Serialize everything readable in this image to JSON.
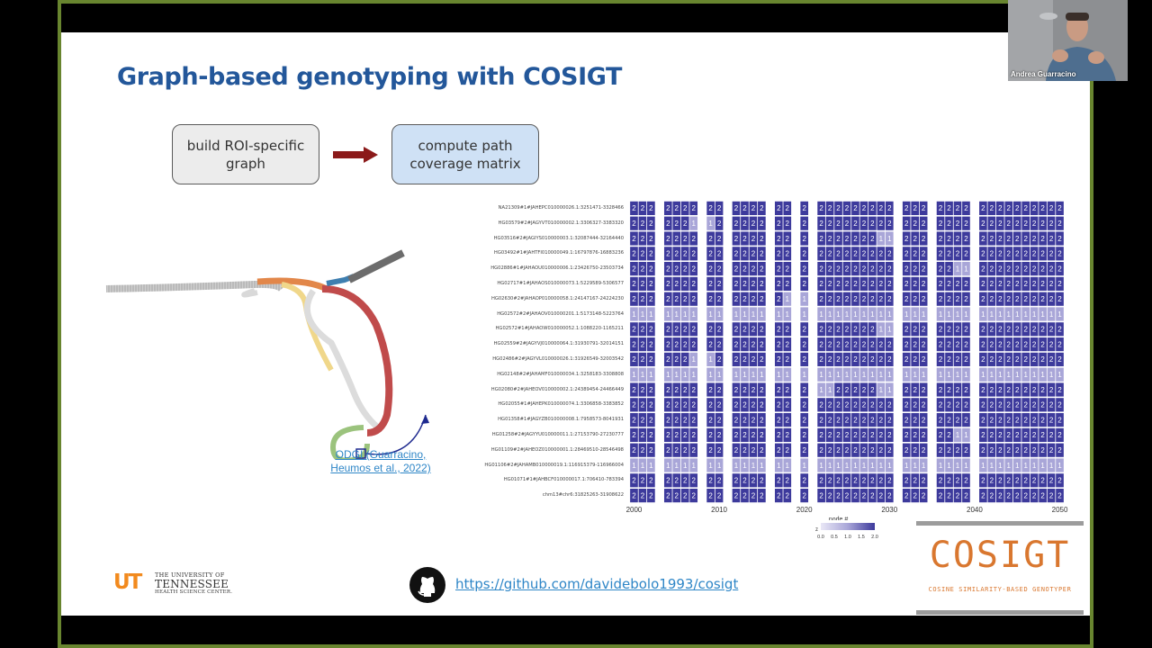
{
  "slide": {
    "title": "Graph-based genotyping with COSIGT",
    "pipeline": {
      "step1": "build ROI-specific\ngraph",
      "step2": "compute path\ncoverage matrix"
    },
    "odgi_link": "ODGI (Guarracino,\nHeumos et al., 2022)",
    "github_link": "https://github.com/davidebolo1993/cosigt",
    "logo": {
      "ut_mark": "UT",
      "line1": "THE UNIVERSITY OF",
      "line2": "TENNESSEE",
      "line3": "HEALTH SCIENCE CENTER."
    },
    "cosigt_logo": {
      "big": "COSIGT",
      "small": "COSINE SIMILARITY-BASED GENOTYPER"
    }
  },
  "video": {
    "speaker_name": "Andrea Guarracino"
  },
  "colors": {
    "title": "#23579a",
    "link": "#2e86c7",
    "heat_high": "#3d3a9c",
    "heat_mid": "#a9a6d8",
    "heat_low": "#e9e7f6",
    "cosigt": "#d9772f",
    "frame": "#68852f"
  },
  "chart_data": {
    "type": "heatmap",
    "xlabel": "node #",
    "x_ticks": [
      2000,
      2010,
      2020,
      2030,
      2040,
      2050
    ],
    "xlim": [
      1999,
      2051
    ],
    "legend": {
      "title": "z",
      "ticks": [
        "0.0",
        "0.5",
        "1.0",
        "1.5",
        "2.0"
      ]
    },
    "rows": [
      "NA21309#1#JAHEPC010000026.1:3251471-3328466",
      "HG03579#2#JAGYVT010000002.1:3306327-3383320",
      "HG03516#2#JAGIYS010000003.1:32087444-32164440",
      "HG03492#1#JAHTFI010000049.1:16797876-16883236",
      "HG02886#1#JAHAOU010000006.1:23426750-23503734",
      "HG02717#1#JAHAOS010000073.1:5229589-5306577",
      "HG02630#2#JAHAOP010000058.1:24147167-24224230",
      "HG02572#2#JAHAOV010000201.1:5173148-5223764",
      "HG02572#1#JAHAOW010000052.1:1088220-1165211",
      "HG02559#2#JAGYVJ010000064.1:31930791-32014151",
      "HG02486#2#JAGYVL010000026.1:31926549-32003542",
      "HG02148#2#JAHAMF010000034.1:3258183-3308808",
      "HG02080#2#JAHEOV010000002.1:24389454-24466449",
      "HG02055#1#JAHEPK010000074.1:3306858-3383852",
      "HG01358#1#JAGYZB010000008.1:7958573-8041931",
      "HG01258#2#JAGYYU010000011.1:27153790-27230777",
      "HG01109#2#JAHEOZ010000001.1:28469510-28546498",
      "HG01106#2#JAHAMB010000019.1:116915379-116966004",
      "HG01071#1#JAHBCF010000017.1:706410-783394",
      "chm13#chr6:31825263-31908622"
    ],
    "columns": [
      2000,
      2001,
      2002,
      2004,
      2005,
      2006,
      2007,
      2009,
      2010,
      2012,
      2013,
      2014,
      2015,
      2017,
      2018,
      2020,
      2022,
      2023,
      2024,
      2025,
      2026,
      2027,
      2028,
      2029,
      2030,
      2032,
      2033,
      2034,
      2036,
      2037,
      2038,
      2039,
      2041,
      2042,
      2043,
      2044,
      2045,
      2046,
      2047,
      2048,
      2049,
      2050
    ],
    "values": [
      [
        2,
        2,
        2,
        2,
        2,
        2,
        2,
        2,
        2,
        2,
        2,
        2,
        2,
        2,
        2,
        2,
        2,
        2,
        2,
        2,
        2,
        2,
        2,
        2,
        2,
        2,
        2,
        2,
        2,
        2,
        2,
        2,
        2,
        2,
        2,
        2,
        2,
        2,
        2,
        2,
        2,
        2
      ],
      [
        2,
        2,
        2,
        2,
        2,
        2,
        1,
        1,
        2,
        2,
        2,
        2,
        2,
        2,
        2,
        2,
        2,
        2,
        2,
        2,
        2,
        2,
        2,
        2,
        2,
        2,
        2,
        2,
        2,
        2,
        2,
        2,
        2,
        2,
        2,
        2,
        2,
        2,
        2,
        2,
        2,
        2
      ],
      [
        2,
        2,
        2,
        2,
        2,
        2,
        2,
        2,
        2,
        2,
        2,
        2,
        2,
        2,
        2,
        2,
        2,
        2,
        2,
        2,
        2,
        2,
        2,
        1,
        1,
        2,
        2,
        2,
        2,
        2,
        2,
        2,
        2,
        2,
        2,
        2,
        2,
        2,
        2,
        2,
        2,
        2
      ],
      [
        2,
        2,
        2,
        2,
        2,
        2,
        2,
        2,
        2,
        2,
        2,
        2,
        2,
        2,
        2,
        2,
        2,
        2,
        2,
        2,
        2,
        2,
        2,
        2,
        2,
        2,
        2,
        2,
        2,
        2,
        2,
        2,
        2,
        2,
        2,
        2,
        2,
        2,
        2,
        2,
        2,
        2
      ],
      [
        2,
        2,
        2,
        2,
        2,
        2,
        2,
        2,
        2,
        2,
        2,
        2,
        2,
        2,
        2,
        2,
        2,
        2,
        2,
        2,
        2,
        2,
        2,
        2,
        2,
        2,
        2,
        2,
        2,
        2,
        1,
        1,
        2,
        2,
        2,
        2,
        2,
        2,
        2,
        2,
        2,
        2
      ],
      [
        2,
        2,
        2,
        2,
        2,
        2,
        2,
        2,
        2,
        2,
        2,
        2,
        2,
        2,
        2,
        2,
        2,
        2,
        2,
        2,
        2,
        2,
        2,
        2,
        2,
        2,
        2,
        2,
        2,
        2,
        2,
        2,
        2,
        2,
        2,
        2,
        2,
        2,
        2,
        2,
        2,
        2
      ],
      [
        2,
        2,
        2,
        2,
        2,
        2,
        2,
        2,
        2,
        2,
        2,
        2,
        2,
        2,
        1,
        1,
        2,
        2,
        2,
        2,
        2,
        2,
        2,
        2,
        2,
        2,
        2,
        2,
        2,
        2,
        2,
        2,
        2,
        2,
        2,
        2,
        2,
        2,
        2,
        2,
        2,
        2
      ],
      [
        1,
        1,
        1,
        1,
        1,
        1,
        1,
        1,
        1,
        1,
        1,
        1,
        1,
        1,
        1,
        1,
        1,
        1,
        1,
        1,
        1,
        1,
        1,
        1,
        1,
        1,
        1,
        1,
        1,
        1,
        1,
        1,
        1,
        1,
        1,
        1,
        1,
        1,
        1,
        1,
        1,
        1
      ],
      [
        2,
        2,
        2,
        2,
        2,
        2,
        2,
        2,
        2,
        2,
        2,
        2,
        2,
        2,
        2,
        2,
        2,
        2,
        2,
        2,
        2,
        2,
        2,
        1,
        1,
        2,
        2,
        2,
        2,
        2,
        2,
        2,
        2,
        2,
        2,
        2,
        2,
        2,
        2,
        2,
        2,
        2
      ],
      [
        2,
        2,
        2,
        2,
        2,
        2,
        2,
        2,
        2,
        2,
        2,
        2,
        2,
        2,
        2,
        2,
        2,
        2,
        2,
        2,
        2,
        2,
        2,
        2,
        2,
        2,
        2,
        2,
        2,
        2,
        2,
        2,
        2,
        2,
        2,
        2,
        2,
        2,
        2,
        2,
        2,
        2
      ],
      [
        2,
        2,
        2,
        2,
        2,
        2,
        1,
        1,
        2,
        2,
        2,
        2,
        2,
        2,
        2,
        2,
        2,
        2,
        2,
        2,
        2,
        2,
        2,
        2,
        2,
        2,
        2,
        2,
        2,
        2,
        2,
        2,
        2,
        2,
        2,
        2,
        2,
        2,
        2,
        2,
        2,
        2
      ],
      [
        1,
        1,
        1,
        1,
        1,
        1,
        1,
        1,
        1,
        1,
        1,
        1,
        1,
        1,
        1,
        1,
        1,
        1,
        1,
        1,
        1,
        1,
        1,
        1,
        1,
        1,
        1,
        1,
        1,
        1,
        1,
        1,
        1,
        1,
        1,
        1,
        1,
        1,
        1,
        1,
        1,
        1
      ],
      [
        2,
        2,
        2,
        2,
        2,
        2,
        2,
        2,
        2,
        2,
        2,
        2,
        2,
        2,
        2,
        2,
        1,
        1,
        2,
        2,
        2,
        2,
        2,
        1,
        1,
        2,
        2,
        2,
        2,
        2,
        2,
        2,
        2,
        2,
        2,
        2,
        2,
        2,
        2,
        2,
        2,
        2
      ],
      [
        2,
        2,
        2,
        2,
        2,
        2,
        2,
        2,
        2,
        2,
        2,
        2,
        2,
        2,
        2,
        2,
        2,
        2,
        2,
        2,
        2,
        2,
        2,
        2,
        2,
        2,
        2,
        2,
        2,
        2,
        2,
        2,
        2,
        2,
        2,
        2,
        2,
        2,
        2,
        2,
        2,
        2
      ],
      [
        2,
        2,
        2,
        2,
        2,
        2,
        2,
        2,
        2,
        2,
        2,
        2,
        2,
        2,
        2,
        2,
        2,
        2,
        2,
        2,
        2,
        2,
        2,
        2,
        2,
        2,
        2,
        2,
        2,
        2,
        2,
        2,
        2,
        2,
        2,
        2,
        2,
        2,
        2,
        2,
        2,
        2
      ],
      [
        2,
        2,
        2,
        2,
        2,
        2,
        2,
        2,
        2,
        2,
        2,
        2,
        2,
        2,
        2,
        2,
        2,
        2,
        2,
        2,
        2,
        2,
        2,
        2,
        2,
        2,
        2,
        2,
        2,
        2,
        1,
        1,
        2,
        2,
        2,
        2,
        2,
        2,
        2,
        2,
        2,
        2
      ],
      [
        2,
        2,
        2,
        2,
        2,
        2,
        2,
        2,
        2,
        2,
        2,
        2,
        2,
        2,
        2,
        2,
        2,
        2,
        2,
        2,
        2,
        2,
        2,
        2,
        2,
        2,
        2,
        2,
        2,
        2,
        2,
        2,
        2,
        2,
        2,
        2,
        2,
        2,
        2,
        2,
        2,
        2
      ],
      [
        1,
        1,
        1,
        1,
        1,
        1,
        1,
        1,
        1,
        1,
        1,
        1,
        1,
        1,
        1,
        1,
        1,
        1,
        1,
        1,
        1,
        1,
        1,
        1,
        1,
        1,
        1,
        1,
        1,
        1,
        1,
        1,
        1,
        1,
        1,
        1,
        1,
        1,
        1,
        1,
        1,
        1
      ],
      [
        2,
        2,
        2,
        2,
        2,
        2,
        2,
        2,
        2,
        2,
        2,
        2,
        2,
        2,
        2,
        2,
        2,
        2,
        2,
        2,
        2,
        2,
        2,
        2,
        2,
        2,
        2,
        2,
        2,
        2,
        2,
        2,
        2,
        2,
        2,
        2,
        2,
        2,
        2,
        2,
        2,
        2
      ],
      [
        2,
        2,
        2,
        2,
        2,
        2,
        2,
        2,
        2,
        2,
        2,
        2,
        2,
        2,
        2,
        2,
        2,
        2,
        2,
        2,
        2,
        2,
        2,
        2,
        2,
        2,
        2,
        2,
        2,
        2,
        2,
        2,
        2,
        2,
        2,
        2,
        2,
        2,
        2,
        2,
        2,
        2
      ]
    ]
  }
}
